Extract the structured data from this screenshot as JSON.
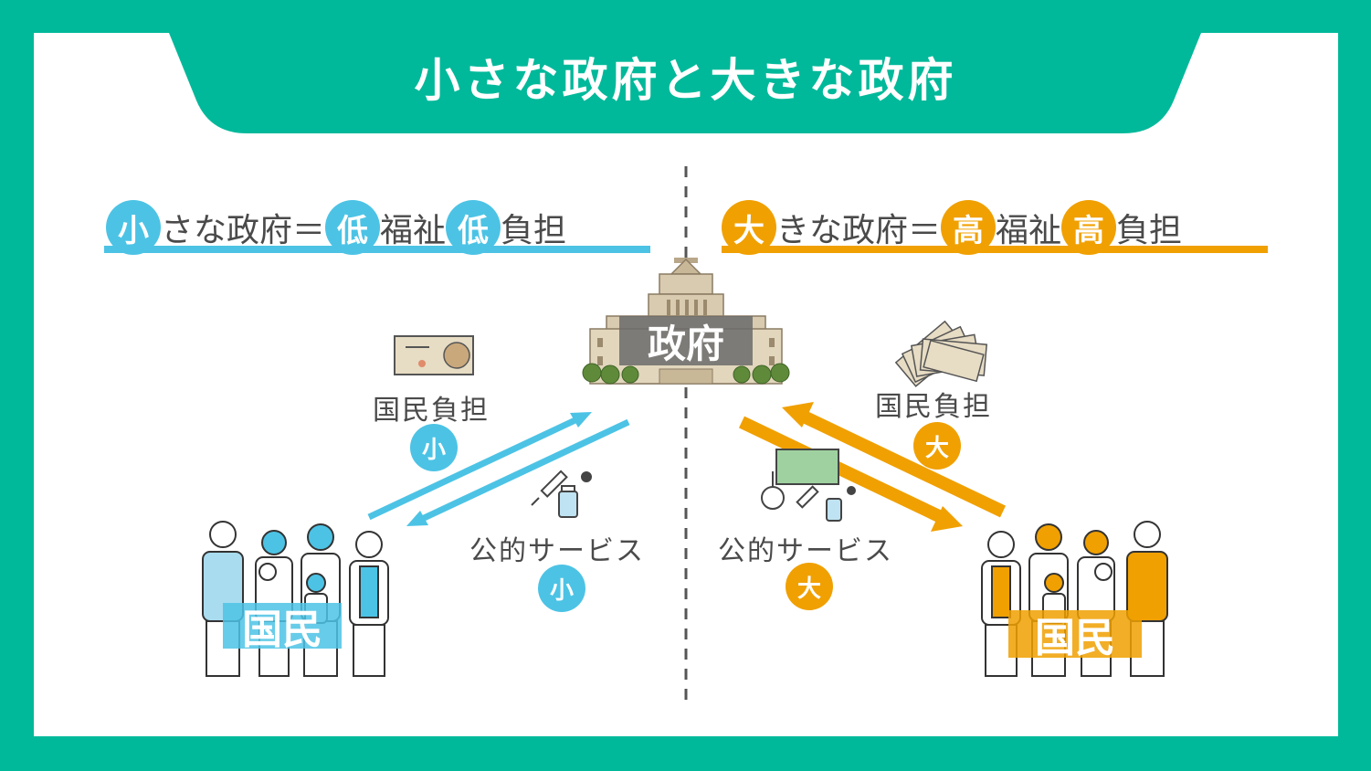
{
  "title": "小さな政府と大きな政府",
  "left": {
    "heading": {
      "c1": "小",
      "t1": "さな政府＝",
      "c2": "低",
      "t2": "福祉",
      "c3": "低",
      "t3": "負担"
    },
    "burden_label": "国民負担",
    "burden_badge": "小",
    "service_label": "公的サービス",
    "service_badge": "小",
    "people_label": "国民",
    "accent": "#4cc3e5"
  },
  "right": {
    "heading": {
      "c1": "大",
      "t1": "きな政府＝",
      "c2": "高",
      "t2": "福祉",
      "c3": "高",
      "t3": "負担"
    },
    "burden_label": "国民負担",
    "burden_badge": "大",
    "service_label": "公的サービス",
    "service_badge": "大",
    "people_label": "国民",
    "accent": "#f0a000"
  },
  "government_label": "政府",
  "frame_color": "#00b99a"
}
